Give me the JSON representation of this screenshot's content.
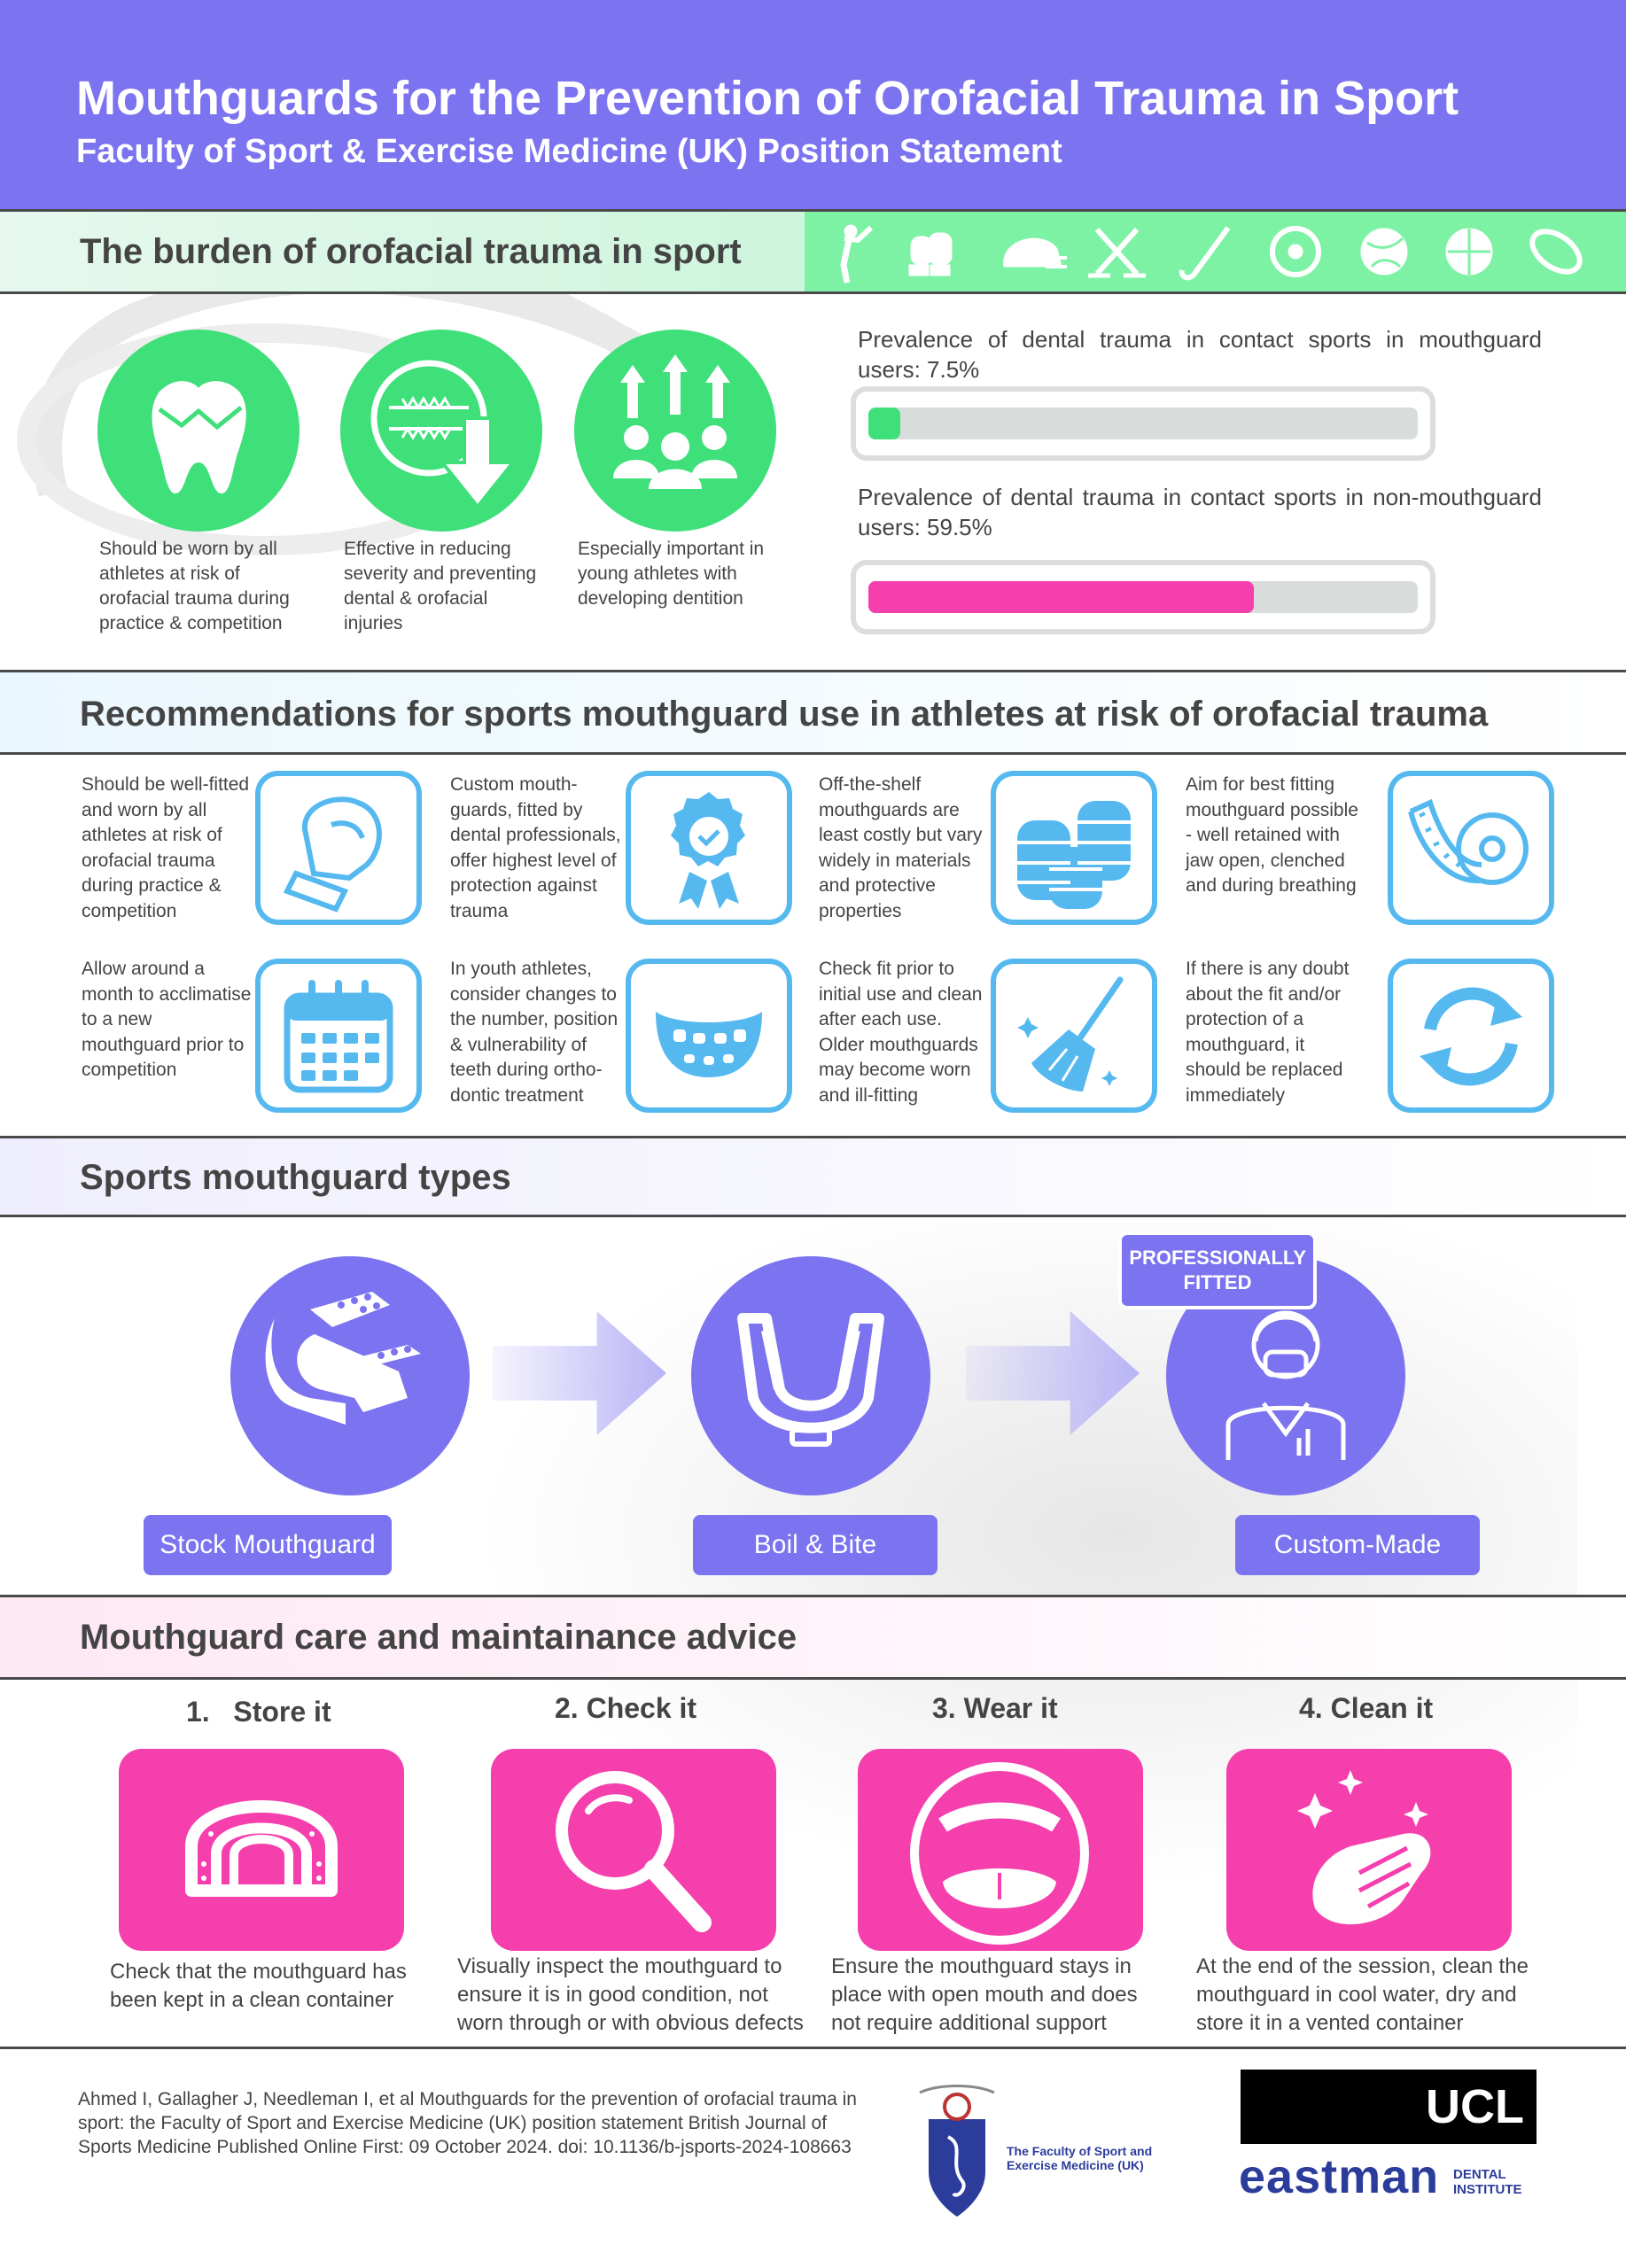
{
  "header": {
    "title": "Mouthguards for the Prevention of Orofacial Trauma in Sport",
    "subtitle": "Faculty of Sport & Exercise Medicine (UK) Position Statement"
  },
  "burden": {
    "title": "The burden of orofacial trauma in sport",
    "sport_icons": [
      "kick-icon",
      "boxing-gloves-icon",
      "helmet-icon",
      "hockey-sticks-icon",
      "hockey-stick-icon",
      "soccer-ball-icon",
      "volleyball-icon",
      "basketball-icon",
      "rugby-ball-icon"
    ],
    "cards": [
      {
        "icon": "tooth-icon",
        "text": "Should be worn by all athletes at risk of orofacial trauma during practice & competition"
      },
      {
        "icon": "dentition-arrow-icon",
        "text": "Effective in reducing severity and preventing dental & orofacial injuries"
      },
      {
        "icon": "young-athletes-icon",
        "text": "Especially important in young athletes with developing dentition"
      }
    ],
    "prevalence": [
      {
        "label": "Prevalence of dental trauma in contact sports in mouthguard users: 7.5%",
        "value": 7.5,
        "color": "#3fdf7a"
      },
      {
        "label": "Prevalence of dental trauma in contact sports in non-mouthguard users: 59.5%",
        "value": 59.5,
        "color": "#f53fac"
      }
    ]
  },
  "recommendations": {
    "title": "Recommendations for sports mouthguard use in athletes at risk of orofacial trauma",
    "items": [
      {
        "icon": "boxing-glove-icon",
        "text": "Should be well-fitted and worn by all athletes at risk of orofacial trauma during practice & competition"
      },
      {
        "icon": "award-badge-icon",
        "text": "Custom mouth-guards, fitted by dental professionals, offer highest level of protection against trauma"
      },
      {
        "icon": "coins-icon",
        "text": "Off-the-shelf mouthguards are least costly but vary widely in materials and protective properties"
      },
      {
        "icon": "tape-measure-icon",
        "text": "Aim for best fitting mouthguard possible - well retained with jaw open, clenched and during breathing"
      },
      {
        "icon": "calendar-icon",
        "text": "Allow around a month to acclimatise to a new mouthguard prior to competition"
      },
      {
        "icon": "teeth-icon",
        "text": "In youth athletes, consider changes to the number, position & vulnerability of teeth during ortho-dontic treatment"
      },
      {
        "icon": "broom-icon",
        "text": "Check fit prior to initial use and clean after each use. Older mouthguards may become worn and ill-fitting"
      },
      {
        "icon": "refresh-icon",
        "text": "If there is any doubt about the fit and/or protection of a mouthguard, it should be replaced immediately"
      }
    ]
  },
  "types": {
    "title": "Sports mouthguard types",
    "badge": "PROFESSIONALLY FITTED",
    "items": [
      {
        "label": "Stock Mouthguard",
        "icon": "stock-mouthguard-icon"
      },
      {
        "label": "Boil & Bite",
        "icon": "boil-bite-mouthguard-icon"
      },
      {
        "label": "Custom-Made",
        "icon": "dentist-icon"
      }
    ]
  },
  "care": {
    "title": "Mouthguard care and maintainance advice",
    "steps": [
      {
        "num": "1.",
        "title": "Store it",
        "icon": "mouthguard-container-icon",
        "text": "Check that the mouthguard has been kept in a clean container"
      },
      {
        "num": "2.",
        "title": "Check it",
        "icon": "magnifier-icon",
        "text": "Visually inspect the mouthguard to ensure it is in good condition, not worn through or with obvious defects"
      },
      {
        "num": "3.",
        "title": "Wear it",
        "icon": "open-mouth-icon",
        "text": "Ensure the mouthguard stays in place with open mouth and does not require additional support"
      },
      {
        "num": "4.",
        "title": "Clean it",
        "icon": "wiping-hand-icon",
        "text": "At the end of the session, clean the mouthguard in cool water, dry and store it in a vented container"
      }
    ]
  },
  "footer": {
    "citation": "Ahmed I, Gallagher J, Needleman I, et al Mouthguards for the prevention of orofacial trauma in sport: the Faculty of Sport and Exercise Medicine (UK) position statement British Journal of Sports Medicine Published Online First: 09 October 2024. doi: 10.1136/b-jsports-2024-108663",
    "fsem_name": "The Faculty of Sport and Exercise Medicine (UK)",
    "ucl_logo": "UCL",
    "eastman_logo": "eastman",
    "eastman_sub": "DENTAL INSTITUTE"
  },
  "colors": {
    "purple": "#7b73ef",
    "green": "#3fdf7a",
    "pink": "#f53fac",
    "blue": "#55b9f0"
  }
}
